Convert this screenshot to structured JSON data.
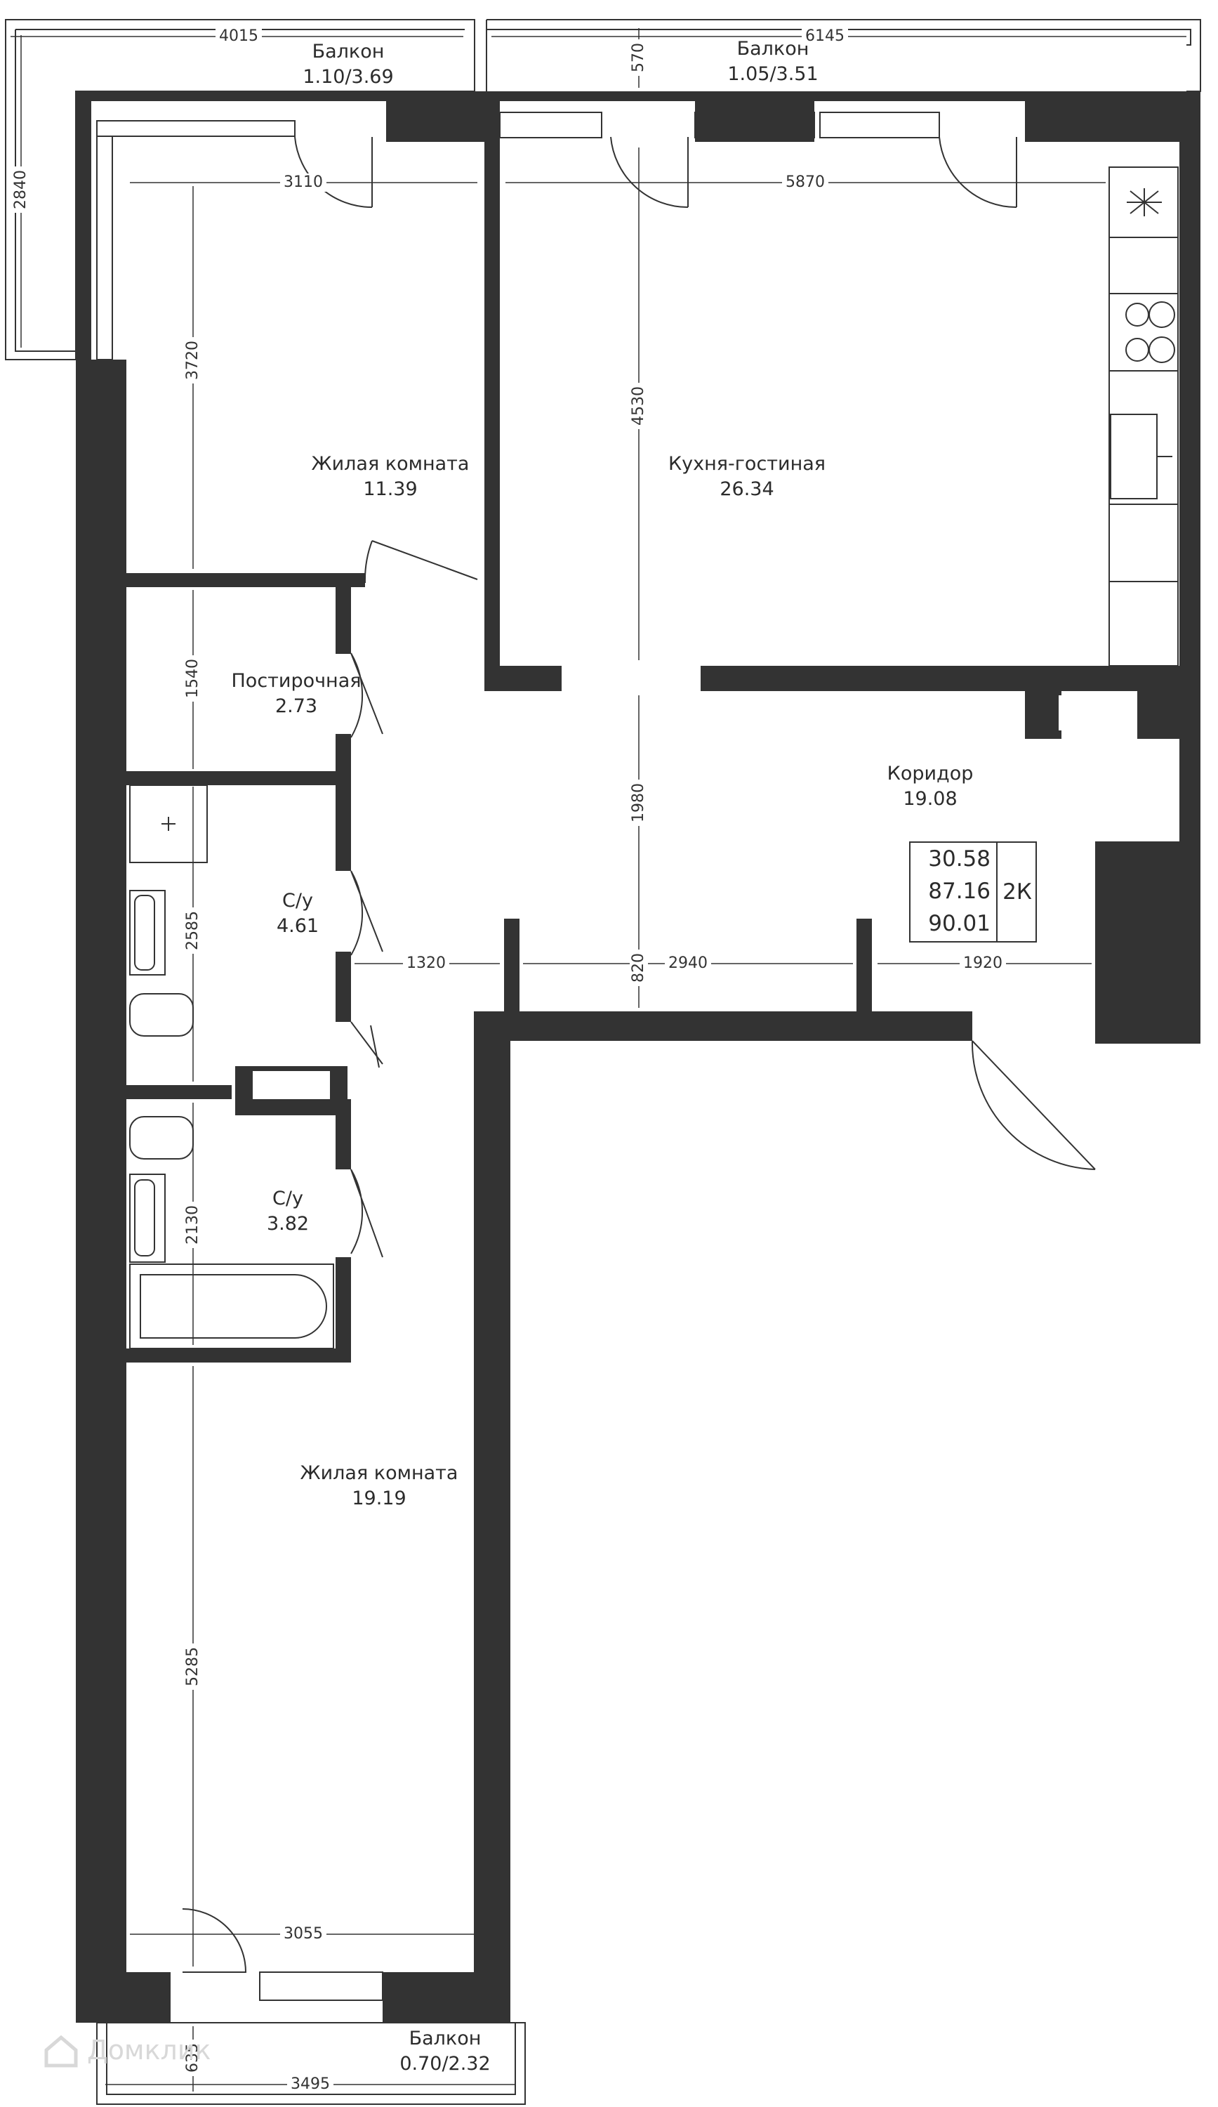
{
  "rooms": {
    "living_small": {
      "name": "Жилая комната",
      "area": "11.39"
    },
    "kitchen": {
      "name": "Кухня-гостиная",
      "area": "26.34"
    },
    "laundry": {
      "name": "Постирочная",
      "area": "2.73"
    },
    "bath1": {
      "name": "С/у",
      "area": "4.61"
    },
    "corridor": {
      "name": "Коридор",
      "area": "19.08"
    },
    "bath2": {
      "name": "С/у",
      "area": "3.82"
    },
    "living_large": {
      "name": "Жилая комната",
      "area": "19.19"
    }
  },
  "balconies": {
    "b1": {
      "name": "Балкон",
      "area": "1.10/3.69"
    },
    "b2": {
      "name": "Балкон",
      "area": "1.05/3.51"
    },
    "b3": {
      "name": "Балкон",
      "area": "0.70/2.32"
    }
  },
  "dimensions": {
    "d4015": "4015",
    "d6145": "6145",
    "d570": "570",
    "d2840": "2840",
    "d3110": "3110",
    "d5870": "5870",
    "d3720": "3720",
    "d4530": "4530",
    "d1540": "1540",
    "d1980": "1980",
    "d2585": "2585",
    "d1320": "1320",
    "d820": "820",
    "d2940": "2940",
    "d1920": "1920",
    "d2130": "2130",
    "d5285": "5285",
    "d3055": "3055",
    "d635": "635",
    "d3495": "3495"
  },
  "summary": {
    "living_area": "30.58",
    "total_area": "87.16",
    "total_with_balconies": "90.01",
    "room_count": "2К"
  },
  "watermark": "Домклик",
  "colors": {
    "wall": "#333333",
    "line": "#333333",
    "background": "#ffffff",
    "watermark": "#d8d8d8"
  }
}
